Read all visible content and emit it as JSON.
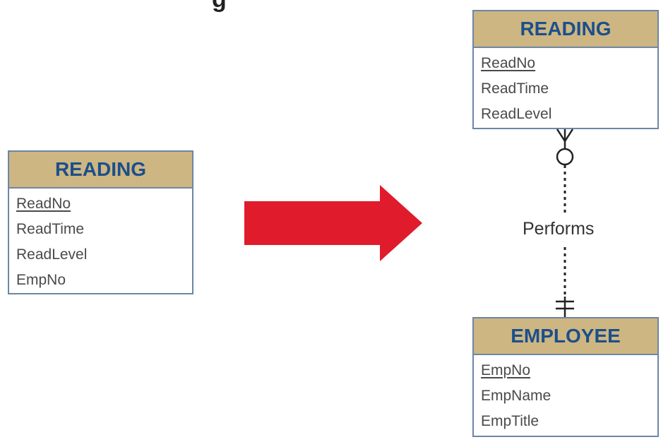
{
  "title_fragment": "g",
  "colors": {
    "header_fill": "#cdb682",
    "header_text": "#1c4f8c",
    "border": "#6d86a6",
    "arrow": "#e01b2c"
  },
  "left_entity": {
    "name": "READING",
    "attributes": [
      {
        "label": "ReadNo",
        "pk": true
      },
      {
        "label": "ReadTime",
        "pk": false
      },
      {
        "label": "ReadLevel",
        "pk": false
      },
      {
        "label": "EmpNo",
        "pk": false
      }
    ]
  },
  "right_reading": {
    "name": "READING",
    "attributes": [
      {
        "label": "ReadNo",
        "pk": true
      },
      {
        "label": "ReadTime",
        "pk": false
      },
      {
        "label": "ReadLevel",
        "pk": false
      }
    ]
  },
  "right_employee": {
    "name": "EMPLOYEE",
    "attributes": [
      {
        "label": "EmpNo",
        "pk": true
      },
      {
        "label": "EmpName",
        "pk": false
      },
      {
        "label": "EmpTitle",
        "pk": false
      }
    ]
  },
  "relationship": {
    "label": "Performs",
    "reading_end": "zero-or-many",
    "employee_end": "exactly-one"
  },
  "transform_arrow": {
    "direction": "right",
    "icon": "arrow-right-icon"
  }
}
